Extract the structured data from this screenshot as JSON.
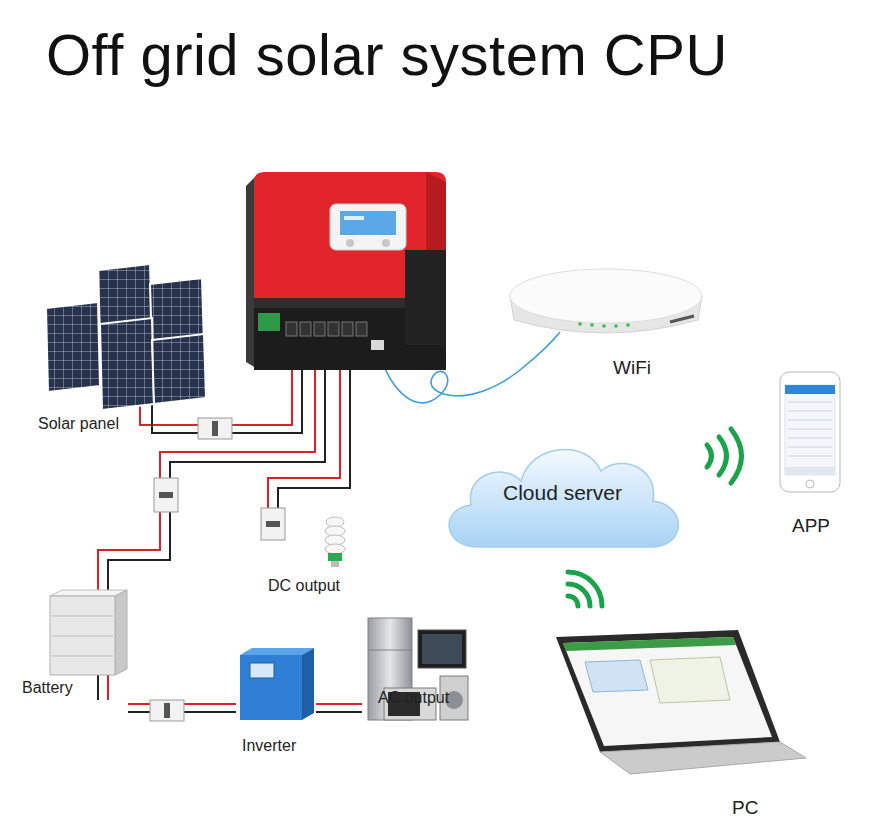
{
  "diagram": {
    "title": "Off grid solar system CPU",
    "nodes": [
      {
        "text": [
          "Solar panel"
        ]
      },
      {
        "text": [
          "WiFi"
        ]
      },
      {
        "text": [
          "APP"
        ]
      },
      {
        "text": [
          "Cloud server"
        ]
      },
      {
        "text": [
          "DC output"
        ]
      },
      {
        "text": [
          "Battery"
        ]
      },
      {
        "text": [
          "Inverter"
        ]
      },
      {
        "text": [
          "AC output"
        ]
      },
      {
        "text": [
          "PC"
        ]
      }
    ],
    "edges": [
      {
        "from": 5,
        "to": 6,
        "arrow": "none"
      },
      {
        "from": 6,
        "to": 7,
        "arrow": "none"
      }
    ]
  }
}
